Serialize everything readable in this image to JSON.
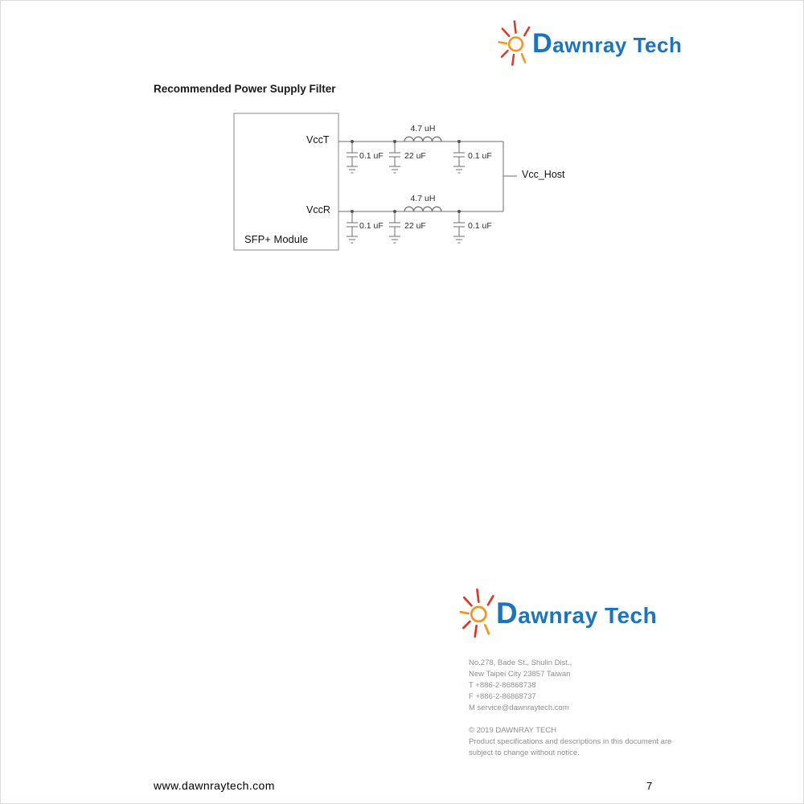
{
  "colors": {
    "brand_blue": "#1c75bc",
    "ray_red": "#d9372b",
    "sun_orange": "#f6921e"
  },
  "header": {
    "logo_text": "Dawnray Tech",
    "logo_icon": "sun-rays-icon"
  },
  "content": {
    "heading": "Recommended Power Supply Filter"
  },
  "diagram": {
    "module_label": "SFP+ Module",
    "rail_top_label": "VccT",
    "rail_bottom_label": "VccR",
    "output_label": "Vcc_Host",
    "inductor_top_value": "4.7 uH",
    "inductor_bottom_value": "4.7 uH",
    "caps_top": [
      "0.1 uF",
      "22 uF",
      "0.1 uF"
    ],
    "caps_bottom": [
      "0.1 uF",
      "22 uF",
      "0.1 uF"
    ]
  },
  "footer_block": {
    "logo_text": "Dawnray Tech",
    "address_line1": "No.278, Bade St., Shulin Dist.,",
    "address_line2": "New Taipei City 23857 Taiwan",
    "phone": "T +886-2-86868738",
    "fax": "F +886-2-86868737",
    "email": "M service@dawnraytech.com",
    "copyright": "© 2019 DAWNRAY TECH",
    "notice_line1": "Product specifications and descriptions in this document are",
    "notice_line2": "subject to change without notice."
  },
  "page_footer": {
    "website": "www.dawnraytech.com",
    "page_number": "7"
  }
}
